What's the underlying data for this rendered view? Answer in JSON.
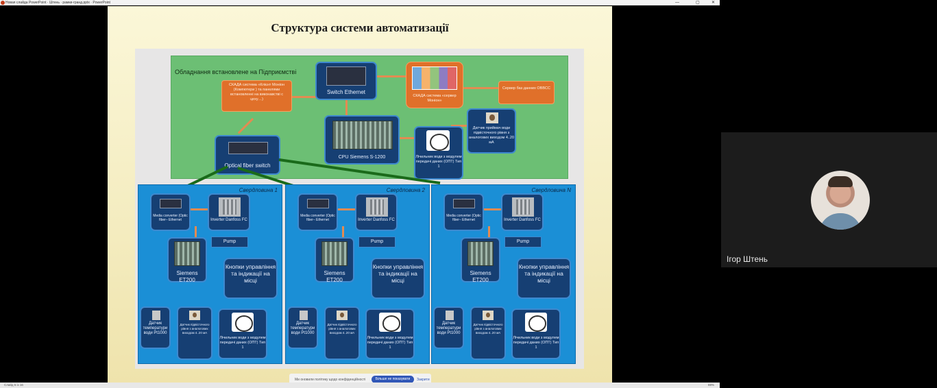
{
  "window": {
    "title": "Новая слайда PowerPoint · Штень · рамки-гранд.pptx · PowerPoint",
    "controls": [
      "—",
      "▢",
      "✕"
    ]
  },
  "slide": {
    "title": "Структура системи автоматизації",
    "plant_area": {
      "label": "Обладнання встановлене на Підприємстві",
      "scada_clients": "СКАДА система «Клієнт Моніон (Компютери ) та панелями встановленні на виконавстві с цеху…)",
      "switch_ethernet": "Switch Ethernet",
      "scada_server": "СКАДА система «сервер Моніон»",
      "db_server": "Сервер баз данних OBBCC",
      "plc": "CPU Siemens S-1200",
      "level_sensor": "Датчик приймач води підвісточного рівня з аналогових виходом 4..20 мА",
      "level_water": "Лічильник води з модулем передачі даних (ОПТ) Тип 1",
      "optical_switch": "Optical fiber switch"
    },
    "workshops": [
      {
        "label": "Свердловина 1",
        "media_converter": "Media converter (Optic fiber– Ethernet",
        "inverter": "Inverter Danfoss FC",
        "pump": "Pump",
        "io": "Siemens ET200",
        "buttons": "Кнопки управління та індикації на місці",
        "temp_sensor": "Датчик температури води Pt1000",
        "level_sensor": "Датчик підвісточного рівня з аналогових виходом 4..20 мА",
        "flow_meter": "Лічильник води з модулем передачі даних (ОПТ) Тип 1"
      },
      {
        "label": "Свердловина 2",
        "media_converter": "Media converter (Optic fiber– Ethernet",
        "inverter": "Inverter Danfoss FC",
        "pump": "Pump",
        "io": "Siemens ET200",
        "buttons": "Кнопки управління та індикації на місці",
        "temp_sensor": "Датчик температури води Pt1000",
        "level_sensor": "Датчик підвісточного рівня з аналогових виходом 4..20 мА",
        "flow_meter": "Лічильник води з модулем передачі даних (ОПТ) Тип 1"
      },
      {
        "label": "Свердловина N",
        "media_converter": "Media converter (Optic fiber– Ethernet",
        "inverter": "Inverter Danfoss FC",
        "pump": "Pump",
        "io": "Siemens ET200",
        "buttons": "Кнопки управління та індикації на місці",
        "temp_sensor": "Датчик температури води Pt1000",
        "level_sensor": "Датчик підвісточного рівня з аналогових виходом 4..20 мА",
        "flow_meter": "Лічильник води з модулем передачі даних (ОПТ) Тип 1"
      }
    ]
  },
  "notice": {
    "message": "Ми оновили політику щодо конфіденційності",
    "primary_button": "Більше не показувати",
    "secondary_button": "Закрити"
  },
  "statusbar": {
    "left": "Слайд 5 із 16",
    "right": "88%"
  },
  "video": {
    "participant_name": "Ігор Штень"
  }
}
